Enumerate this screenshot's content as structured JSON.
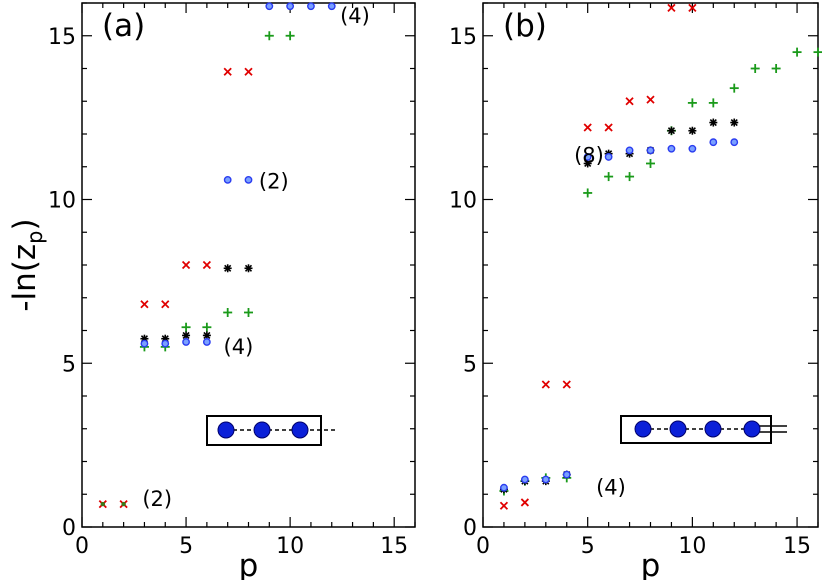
{
  "y_axis_label": "-ln(z",
  "y_axis_label_sub": "p",
  "y_axis_label_close": ")",
  "chart_data": [
    {
      "type": "scatter",
      "panel_label": "(a)",
      "xlabel": "p",
      "xlim": [
        0,
        16
      ],
      "ylim": [
        0,
        16
      ],
      "xticks": [
        "0",
        "5",
        "10",
        "15"
      ],
      "yticks": [
        "0",
        "5",
        "10",
        "15"
      ],
      "grid": false,
      "series": [
        {
          "marker": "x",
          "color": "#e00000",
          "points": [
            [
              1,
              0.7
            ],
            [
              2,
              0.7
            ],
            [
              3,
              6.8
            ],
            [
              4,
              6.8
            ],
            [
              5,
              8.0
            ],
            [
              6,
              8.0
            ],
            [
              7,
              13.9
            ],
            [
              8,
              13.9
            ]
          ]
        },
        {
          "marker": "plus",
          "color": "#1a9a1a",
          "points": [
            [
              3,
              5.5
            ],
            [
              4,
              5.5
            ],
            [
              5,
              6.1
            ],
            [
              6,
              6.1
            ],
            [
              7,
              6.55
            ],
            [
              8,
              6.55
            ],
            [
              9,
              15.0
            ],
            [
              10,
              15.0
            ]
          ]
        },
        {
          "marker": "star",
          "color": "#000000",
          "points": [
            [
              3,
              5.75
            ],
            [
              4,
              5.75
            ],
            [
              5,
              5.85
            ],
            [
              6,
              5.85
            ],
            [
              7,
              7.9
            ],
            [
              8,
              7.9
            ]
          ]
        },
        {
          "marker": "circle",
          "color": "#2a3cf0",
          "points": [
            [
              3,
              5.6
            ],
            [
              4,
              5.6
            ],
            [
              5,
              5.65
            ],
            [
              6,
              5.65
            ],
            [
              7,
              10.6
            ],
            [
              8,
              10.6
            ],
            [
              9,
              15.9
            ],
            [
              10,
              15.9
            ],
            [
              11,
              15.9
            ],
            [
              12,
              15.9
            ]
          ]
        },
        {
          "marker": "dot",
          "color": "#3a7a1a",
          "points": [
            [
              1,
              0.7
            ],
            [
              2,
              0.7
            ]
          ]
        }
      ],
      "annotations": [
        {
          "text": "(2)",
          "x": 2.9,
          "y": 0.85
        },
        {
          "text": "(4)",
          "x": 6.8,
          "y": 5.5
        },
        {
          "text": "(2)",
          "x": 8.5,
          "y": 10.55
        },
        {
          "text": "(4)",
          "x": 12.4,
          "y": 15.6
        }
      ],
      "inset": {
        "description": "three-site chain",
        "sites": 3
      }
    },
    {
      "type": "scatter",
      "panel_label": "(b)",
      "xlabel": "p",
      "xlim": [
        0,
        16
      ],
      "ylim": [
        0,
        16
      ],
      "xticks": [
        "0",
        "5",
        "10",
        "15"
      ],
      "yticks": [
        "0",
        "5",
        "10",
        "15"
      ],
      "grid": false,
      "series": [
        {
          "marker": "x",
          "color": "#e00000",
          "points": [
            [
              1,
              0.65
            ],
            [
              2,
              0.75
            ],
            [
              3,
              4.35
            ],
            [
              4,
              4.35
            ],
            [
              5,
              12.2
            ],
            [
              6,
              12.2
            ],
            [
              7,
              13.0
            ],
            [
              8,
              13.05
            ],
            [
              9,
              15.85
            ],
            [
              10,
              15.85
            ]
          ]
        },
        {
          "marker": "plus",
          "color": "#1a9a1a",
          "points": [
            [
              1,
              1.1
            ],
            [
              2,
              1.4
            ],
            [
              3,
              1.5
            ],
            [
              4,
              1.5
            ],
            [
              5,
              10.2
            ],
            [
              6,
              10.7
            ],
            [
              7,
              10.7
            ],
            [
              8,
              11.1
            ],
            [
              9,
              12.1
            ],
            [
              10,
              12.95
            ],
            [
              11,
              12.95
            ],
            [
              12,
              13.4
            ],
            [
              13,
              14.0
            ],
            [
              14,
              14.0
            ],
            [
              15,
              14.5
            ],
            [
              16,
              14.5
            ]
          ]
        },
        {
          "marker": "star",
          "color": "#000000",
          "points": [
            [
              1,
              1.15
            ],
            [
              2,
              1.4
            ],
            [
              3,
              1.4
            ],
            [
              4,
              1.6
            ],
            [
              5,
              11.1
            ],
            [
              6,
              11.4
            ],
            [
              7,
              11.4
            ],
            [
              8,
              11.5
            ],
            [
              9,
              12.1
            ],
            [
              10,
              12.1
            ],
            [
              11,
              12.35
            ],
            [
              12,
              12.35
            ]
          ]
        },
        {
          "marker": "circle",
          "color": "#2a3cf0",
          "points": [
            [
              1,
              1.2
            ],
            [
              2,
              1.45
            ],
            [
              3,
              1.45
            ],
            [
              4,
              1.6
            ],
            [
              5,
              11.3
            ],
            [
              6,
              11.3
            ],
            [
              7,
              11.5
            ],
            [
              8,
              11.5
            ],
            [
              9,
              11.55
            ],
            [
              10,
              11.55
            ],
            [
              11,
              11.75
            ],
            [
              12,
              11.75
            ]
          ]
        }
      ],
      "annotations": [
        {
          "text": "(8)",
          "x": 4.35,
          "y": 11.35
        },
        {
          "text": "(4)",
          "x": 5.4,
          "y": 1.2
        }
      ],
      "inset": {
        "description": "four-site ladder",
        "sites": 4
      }
    }
  ]
}
